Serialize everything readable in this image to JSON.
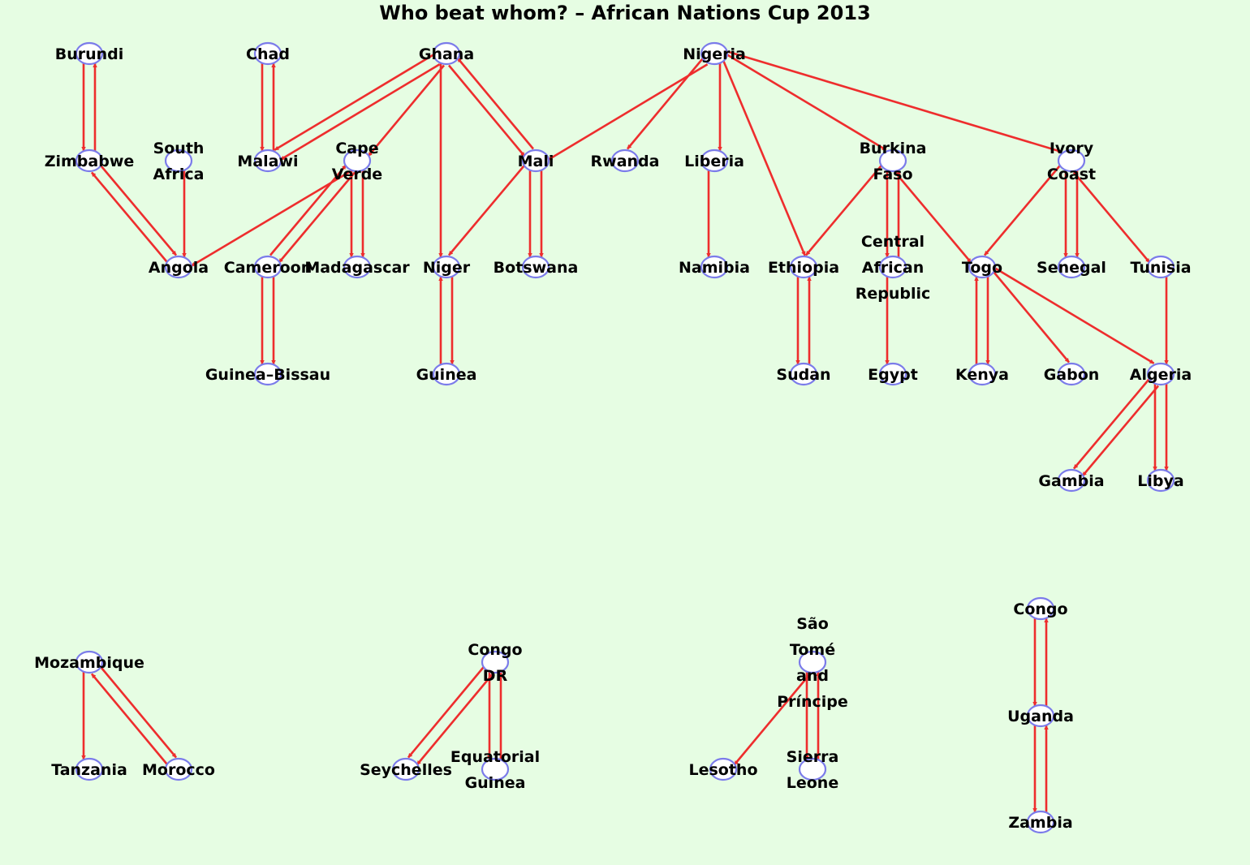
{
  "title": "Who beat whom? – African Nations Cup 2013",
  "colors": {
    "background": "#e6fde3",
    "edge": "#ee2d2d",
    "node_fill": "#ffffff",
    "node_stroke": "#7b7bea",
    "text": "#000000"
  },
  "nodes": [
    {
      "id": "burundi",
      "label": [
        "Burundi"
      ]
    },
    {
      "id": "chad",
      "label": [
        "Chad"
      ]
    },
    {
      "id": "ghana",
      "label": [
        "Ghana"
      ]
    },
    {
      "id": "nigeria",
      "label": [
        "Nigeria"
      ]
    },
    {
      "id": "zimbabwe",
      "label": [
        "Zimbabwe"
      ]
    },
    {
      "id": "south-africa",
      "label": [
        "South",
        "Africa"
      ]
    },
    {
      "id": "malawi",
      "label": [
        "Malawi"
      ]
    },
    {
      "id": "cape-verde",
      "label": [
        "Cape",
        "Verde"
      ]
    },
    {
      "id": "mali",
      "label": [
        "Mali"
      ]
    },
    {
      "id": "rwanda",
      "label": [
        "Rwanda"
      ]
    },
    {
      "id": "liberia",
      "label": [
        "Liberia"
      ]
    },
    {
      "id": "burkina-faso",
      "label": [
        "Burkina",
        "Faso"
      ]
    },
    {
      "id": "ivory-coast",
      "label": [
        "Ivory",
        "Coast"
      ]
    },
    {
      "id": "angola",
      "label": [
        "Angola"
      ]
    },
    {
      "id": "cameroon",
      "label": [
        "Cameroon"
      ]
    },
    {
      "id": "madagascar",
      "label": [
        "Madagascar"
      ]
    },
    {
      "id": "niger",
      "label": [
        "Niger"
      ]
    },
    {
      "id": "botswana",
      "label": [
        "Botswana"
      ]
    },
    {
      "id": "namibia",
      "label": [
        "Namibia"
      ]
    },
    {
      "id": "ethiopia",
      "label": [
        "Ethiopia"
      ]
    },
    {
      "id": "central-african-republic",
      "label": [
        "Central",
        "African",
        "Republic"
      ]
    },
    {
      "id": "togo",
      "label": [
        "Togo"
      ]
    },
    {
      "id": "senegal",
      "label": [
        "Senegal"
      ]
    },
    {
      "id": "tunisia",
      "label": [
        "Tunisia"
      ]
    },
    {
      "id": "guinea-bissau",
      "label": [
        "Guinea–Bissau"
      ]
    },
    {
      "id": "guinea",
      "label": [
        "Guinea"
      ]
    },
    {
      "id": "sudan",
      "label": [
        "Sudan"
      ]
    },
    {
      "id": "egypt",
      "label": [
        "Egypt"
      ]
    },
    {
      "id": "kenya",
      "label": [
        "Kenya"
      ]
    },
    {
      "id": "gabon",
      "label": [
        "Gabon"
      ]
    },
    {
      "id": "algeria",
      "label": [
        "Algeria"
      ]
    },
    {
      "id": "gambia",
      "label": [
        "Gambia"
      ]
    },
    {
      "id": "libya",
      "label": [
        "Libya"
      ]
    },
    {
      "id": "mozambique",
      "label": [
        "Mozambique"
      ]
    },
    {
      "id": "tanzania",
      "label": [
        "Tanzania"
      ]
    },
    {
      "id": "morocco",
      "label": [
        "Morocco"
      ]
    },
    {
      "id": "congo-dr",
      "label": [
        "Congo",
        "DR"
      ]
    },
    {
      "id": "seychelles",
      "label": [
        "Seychelles"
      ]
    },
    {
      "id": "equatorial-guinea",
      "label": [
        "Equatorial",
        "Guinea"
      ]
    },
    {
      "id": "sao-tome-and-principe",
      "label": [
        "São",
        "Tomé",
        "and",
        "Príncipe"
      ]
    },
    {
      "id": "lesotho",
      "label": [
        "Lesotho"
      ]
    },
    {
      "id": "sierra-leone",
      "label": [
        "Sierra",
        "Leone"
      ]
    },
    {
      "id": "congo",
      "label": [
        "Congo"
      ]
    },
    {
      "id": "uganda",
      "label": [
        "Uganda"
      ]
    },
    {
      "id": "zambia",
      "label": [
        "Zambia"
      ]
    }
  ],
  "edges": [
    {
      "from": "burundi",
      "to": "zimbabwe"
    },
    {
      "from": "zimbabwe",
      "to": "burundi"
    },
    {
      "from": "chad",
      "to": "malawi"
    },
    {
      "from": "malawi",
      "to": "chad"
    },
    {
      "from": "ghana",
      "to": "malawi"
    },
    {
      "from": "ghana",
      "to": "malawi"
    },
    {
      "from": "ghana",
      "to": "cape-verde"
    },
    {
      "from": "ghana",
      "to": "niger"
    },
    {
      "from": "ghana",
      "to": "mali"
    },
    {
      "from": "mali",
      "to": "ghana"
    },
    {
      "from": "nigeria",
      "to": "mali"
    },
    {
      "from": "nigeria",
      "to": "rwanda"
    },
    {
      "from": "nigeria",
      "to": "liberia"
    },
    {
      "from": "nigeria",
      "to": "ethiopia"
    },
    {
      "from": "nigeria",
      "to": "burkina-faso"
    },
    {
      "from": "nigeria",
      "to": "ivory-coast"
    },
    {
      "from": "zimbabwe",
      "to": "angola"
    },
    {
      "from": "angola",
      "to": "zimbabwe"
    },
    {
      "from": "south-africa",
      "to": "angola"
    },
    {
      "from": "cape-verde",
      "to": "angola"
    },
    {
      "from": "cape-verde",
      "to": "cameroon"
    },
    {
      "from": "cameroon",
      "to": "cape-verde"
    },
    {
      "from": "cape-verde",
      "to": "madagascar"
    },
    {
      "from": "cape-verde",
      "to": "madagascar"
    },
    {
      "from": "mali",
      "to": "niger"
    },
    {
      "from": "mali",
      "to": "botswana"
    },
    {
      "from": "mali",
      "to": "botswana"
    },
    {
      "from": "liberia",
      "to": "namibia"
    },
    {
      "from": "burkina-faso",
      "to": "ethiopia"
    },
    {
      "from": "burkina-faso",
      "to": "central-african-republic"
    },
    {
      "from": "central-african-republic",
      "to": "burkina-faso"
    },
    {
      "from": "burkina-faso",
      "to": "togo"
    },
    {
      "from": "ivory-coast",
      "to": "togo"
    },
    {
      "from": "ivory-coast",
      "to": "senegal"
    },
    {
      "from": "ivory-coast",
      "to": "senegal"
    },
    {
      "from": "ivory-coast",
      "to": "tunisia"
    },
    {
      "from": "cameroon",
      "to": "guinea-bissau"
    },
    {
      "from": "cameroon",
      "to": "guinea-bissau"
    },
    {
      "from": "niger",
      "to": "guinea"
    },
    {
      "from": "guinea",
      "to": "niger"
    },
    {
      "from": "ethiopia",
      "to": "sudan"
    },
    {
      "from": "sudan",
      "to": "ethiopia"
    },
    {
      "from": "central-african-republic",
      "to": "egypt"
    },
    {
      "from": "togo",
      "to": "kenya"
    },
    {
      "from": "kenya",
      "to": "togo"
    },
    {
      "from": "togo",
      "to": "gabon"
    },
    {
      "from": "togo",
      "to": "algeria"
    },
    {
      "from": "tunisia",
      "to": "algeria"
    },
    {
      "from": "algeria",
      "to": "gambia"
    },
    {
      "from": "algeria",
      "to": "gambia"
    },
    {
      "from": "algeria",
      "to": "libya"
    },
    {
      "from": "algeria",
      "to": "libya"
    },
    {
      "from": "mozambique",
      "to": "tanzania"
    },
    {
      "from": "mozambique",
      "to": "morocco"
    },
    {
      "from": "morocco",
      "to": "mozambique"
    },
    {
      "from": "congo-dr",
      "to": "seychelles"
    },
    {
      "from": "congo-dr",
      "to": "seychelles"
    },
    {
      "from": "congo-dr",
      "to": "equatorial-guinea"
    },
    {
      "from": "equatorial-guinea",
      "to": "congo-dr"
    },
    {
      "from": "sao-tome-and-principe",
      "to": "lesotho"
    },
    {
      "from": "sao-tome-and-principe",
      "to": "sierra-leone"
    },
    {
      "from": "sierra-leone",
      "to": "sao-tome-and-principe"
    },
    {
      "from": "congo",
      "to": "uganda"
    },
    {
      "from": "uganda",
      "to": "congo"
    },
    {
      "from": "uganda",
      "to": "zambia"
    },
    {
      "from": "zambia",
      "to": "uganda"
    }
  ]
}
